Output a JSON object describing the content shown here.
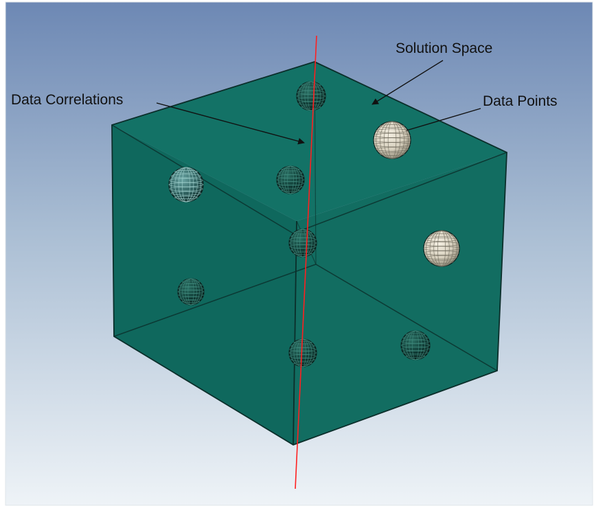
{
  "labels": {
    "solution_space": "Solution Space",
    "data_points": "Data Points",
    "data_correlations": "Data Correlations"
  },
  "colors": {
    "background_top": "#6d88b4",
    "background_bottom": "#eef3f7",
    "cube_face": "#126e64",
    "cube_edge": "#0b2e2a",
    "correlation_line": "#ff2020",
    "dark_sphere": "#10302c",
    "highlighted_sphere": "#d8d2c2",
    "annotation_arrow": "#111111"
  },
  "icons": {
    "sphere": "wireframe-sphere-icon"
  }
}
